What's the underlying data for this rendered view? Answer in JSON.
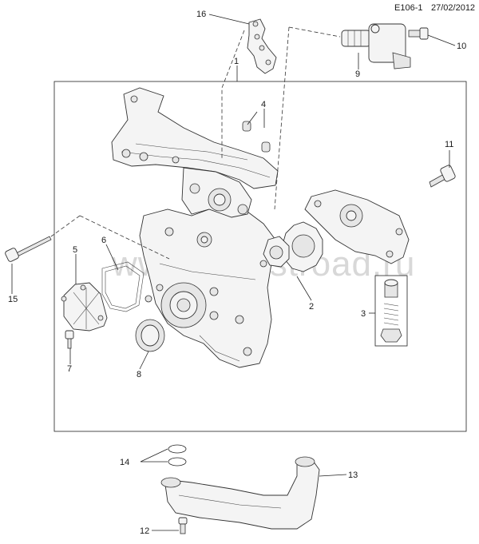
{
  "header": {
    "diagram_id": "E106-1",
    "date": "27/02/2012"
  },
  "watermark": "www.gmpstroad.ru",
  "callouts": [
    "1",
    "2",
    "3",
    "4",
    "5",
    "6",
    "7",
    "8",
    "9",
    "10",
    "11",
    "12",
    "13",
    "14",
    "15",
    "16"
  ]
}
